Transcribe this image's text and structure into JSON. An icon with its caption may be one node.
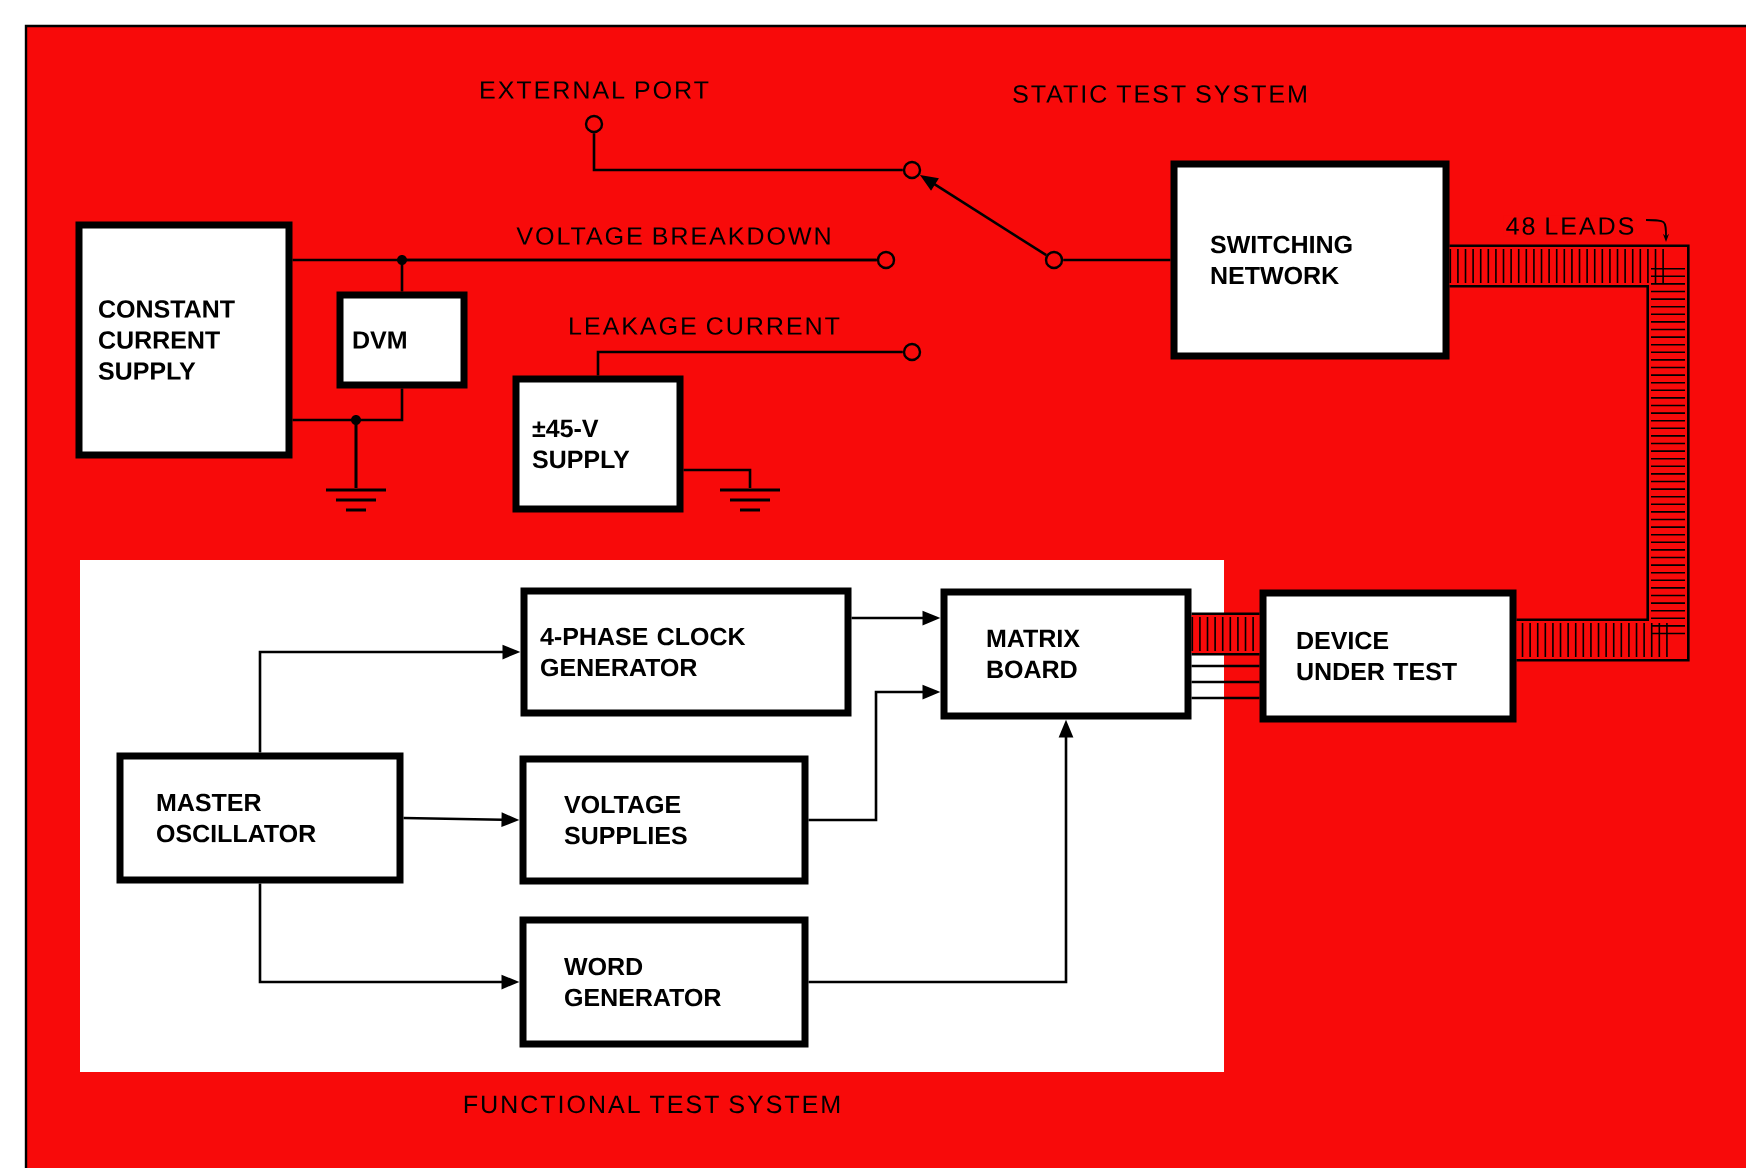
{
  "diagram": {
    "nodes": [
      {
        "text": [
          "CONSTANT CURRENT SUPPLY"
        ]
      },
      {
        "text": [
          "DVM"
        ]
      },
      {
        "text": [
          "±45-V SUPPLY"
        ]
      },
      {
        "text": [
          "SWITCHING NETWORK"
        ]
      },
      {
        "text": [
          "FUNCTIONAL TEST SYSTEM"
        ]
      },
      {
        "text": [
          "MASTER OSCILLATOR"
        ],
        "in": 4
      },
      {
        "text": [
          "4-PHASE CLOCK GENERATOR"
        ],
        "in": 4
      },
      {
        "text": [
          "VOLTAGE SUPPLIES"
        ],
        "in": 4
      },
      {
        "text": [
          "WORD GENERATOR"
        ],
        "in": 4
      },
      {
        "text": [
          "MATRIX BOARD"
        ],
        "in": 4
      },
      {
        "text": [
          "DEVICE UNDER TEST"
        ]
      },
      {
        "text": [],
        "shape": "circle",
        "beside": [
          "EXTERNAL PORT"
        ]
      },
      {
        "text": [],
        "shape": "circle"
      },
      {
        "text": [],
        "shape": "circle",
        "beside": [
          "VOLTAGE BREAKDOWN"
        ]
      },
      {
        "text": [],
        "shape": "circle",
        "beside": [
          "LEAKAGE CURRENT"
        ]
      },
      {
        "text": [],
        "shape": "circle"
      },
      {
        "text": [],
        "shape": "ground"
      },
      {
        "text": [],
        "shape": "ground"
      }
    ],
    "edges": [
      {
        "from": 0,
        "to": 13,
        "arrow": "none"
      },
      {
        "from": 1,
        "to": 13,
        "arrow": "none"
      },
      {
        "from": 0,
        "to": 16,
        "arrow": "none"
      },
      {
        "from": 1,
        "to": 16,
        "arrow": "none"
      },
      {
        "from": 11,
        "to": 12,
        "arrow": "none"
      },
      {
        "from": 15,
        "to": 12,
        "arrow": "to"
      },
      {
        "from": 15,
        "to": 3,
        "arrow": "none"
      },
      {
        "from": 2,
        "to": 14,
        "arrow": "none"
      },
      {
        "from": 2,
        "to": 17,
        "arrow": "none"
      },
      {
        "from": 3,
        "to": 10,
        "arrow": "none",
        "style": "thick",
        "label": "48 LEADS"
      },
      {
        "from": 9,
        "to": 10,
        "arrow": "none",
        "style": "thick"
      },
      {
        "from": 9,
        "to": 10,
        "arrow": "none"
      },
      {
        "from": 9,
        "to": 10,
        "arrow": "none"
      },
      {
        "from": 9,
        "to": 10,
        "arrow": "none"
      },
      {
        "from": 5,
        "to": 6,
        "arrow": "to"
      },
      {
        "from": 5,
        "to": 7,
        "arrow": "to"
      },
      {
        "from": 5,
        "to": 8,
        "arrow": "to"
      },
      {
        "from": 6,
        "to": 9,
        "arrow": "to"
      },
      {
        "from": 7,
        "to": 9,
        "arrow": "to"
      },
      {
        "from": 8,
        "to": 9,
        "arrow": "to"
      }
    ],
    "labels": [
      "STATIC TEST SYSTEM"
    ]
  }
}
